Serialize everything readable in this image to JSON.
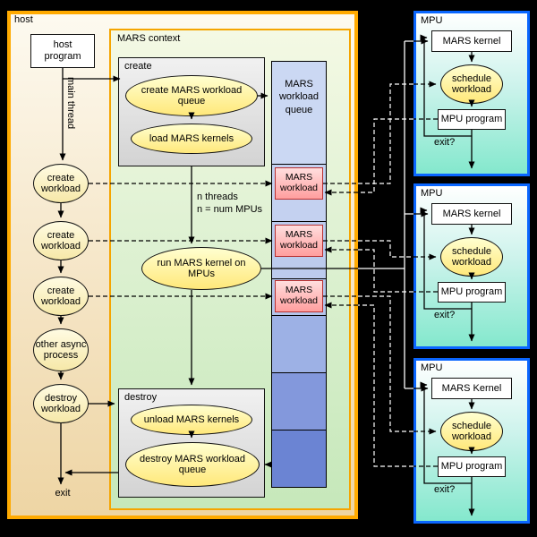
{
  "colors": {
    "host_border": "#ffaa00",
    "context_border": "#f5a500",
    "mpu_border": "#0a66ff",
    "workload_border": "#b83030",
    "workload_fill": "#ffb8b8",
    "ellipse_yellow": "#ffe87a",
    "queue_blue_top": "#cbd8f3",
    "queue_blue_bottom": "#6b84d3"
  },
  "host": {
    "title": "host",
    "program_label": "host program",
    "main_thread_label": "main thread",
    "nodes": [
      "create workload",
      "create workload",
      "create workload",
      "other async process",
      "destroy workload"
    ],
    "exit_label": "exit"
  },
  "mars_context": {
    "title": "MARS context",
    "create_group": {
      "title": "create",
      "queue_node": "create MARS workload queue",
      "kernels_node": "load MARS kernels"
    },
    "threads_note": "n threads\nn = num MPUs",
    "run_node": "run MARS kernel on MPUs",
    "destroy_group": {
      "title": "destroy",
      "kernels_node": "unload MARS kernels",
      "queue_node": "destroy MARS workload queue"
    }
  },
  "queue": {
    "title": "MARS workload queue",
    "items": [
      "MARS workload",
      "MARS workload",
      "MARS workload"
    ]
  },
  "mpus": [
    {
      "title": "MPU",
      "kernel": "MARS kernel",
      "schedule": "schedule workload",
      "program": "MPU program",
      "exit_label": "exit?"
    },
    {
      "title": "MPU",
      "kernel": "MARS kernel",
      "schedule": "schedule workload",
      "program": "MPU program",
      "exit_label": "exit?"
    },
    {
      "title": "MPU",
      "kernel": "MARS Kernel",
      "schedule": "schedule workload",
      "program": "MPU program",
      "exit_label": "exit?"
    }
  ]
}
